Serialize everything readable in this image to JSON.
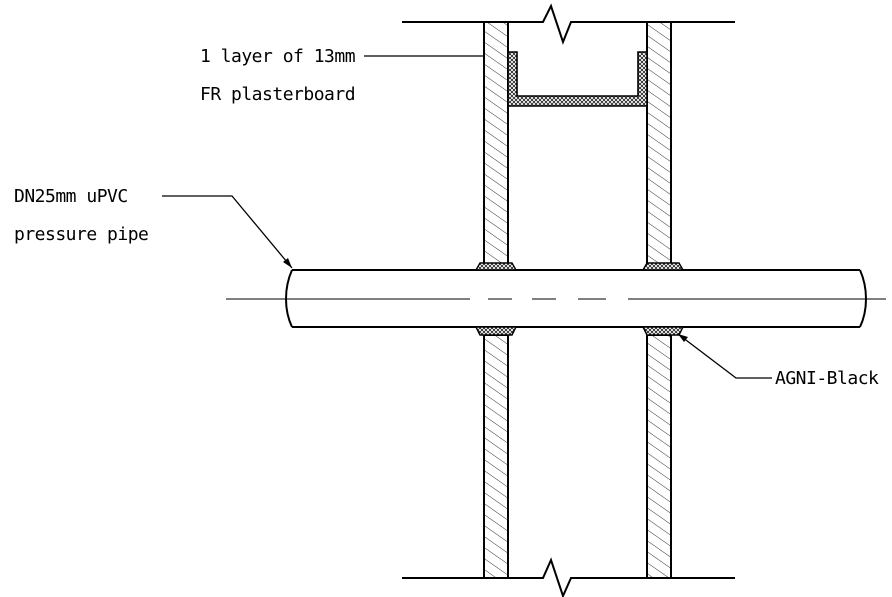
{
  "labels": {
    "board_line1": "1 layer of 13mm",
    "board_line2": "FR plasterboard",
    "pipe_line1": "DN25mm uPVC",
    "pipe_line2": "pressure pipe",
    "sealant": "AGNI-Black"
  },
  "colors": {
    "ink": "#000000",
    "background": "#ffffff"
  }
}
